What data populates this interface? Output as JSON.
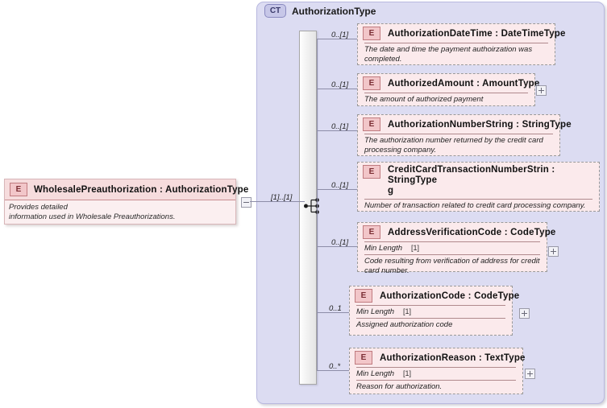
{
  "diagram": {
    "kind": "xsd-schema-element-diagram",
    "root_element": {
      "badge": "E",
      "title": "WholesalePreauthorization : AuthorizationType",
      "name": "WholesalePreauthorization",
      "type": "AuthorizationType",
      "description_line1": "Provides detailed",
      "description_line2": "information used in Wholesale Preauthorizations.",
      "collapse_button": "-"
    },
    "connector": {
      "root_cardinality": "[1]..[1]",
      "model_group": "sequence"
    },
    "complex_type": {
      "badge": "CT",
      "title": "AuthorizationType"
    },
    "children": [
      {
        "badge": "E",
        "cardinality": "0..[1]",
        "title": "AuthorizationDateTime : DateTimeType",
        "name": "AuthorizationDateTime",
        "type": "DateTimeType",
        "facet_label": null,
        "facet_value": null,
        "description": "The date and time the payment authoirzation was completed.",
        "expand_button": null
      },
      {
        "badge": "E",
        "cardinality": "0..[1]",
        "title": "AuthorizedAmount : AmountType",
        "name": "AuthorizedAmount",
        "type": "AmountType",
        "facet_label": null,
        "facet_value": null,
        "description": "The amount of authorized payment",
        "expand_button": "+"
      },
      {
        "badge": "E",
        "cardinality": "0..[1]",
        "title": "AuthorizationNumberString : StringType",
        "name": "AuthorizationNumberString",
        "type": "StringType",
        "facet_label": null,
        "facet_value": null,
        "description": "The authorization number returned by the credit card processing company.",
        "expand_button": null
      },
      {
        "badge": "E",
        "cardinality": "0..[1]",
        "title": "CreditCardTransactionNumberString : StringType",
        "title_line1": "CreditCardTransactionNumberStrin : StringType",
        "title_line2": "g",
        "name": "CreditCardTransactionNumberString",
        "type": "StringType",
        "facet_label": null,
        "facet_value": null,
        "description": "Number of transaction related to credit card processing company.",
        "expand_button": null
      },
      {
        "badge": "E",
        "cardinality": "0..[1]",
        "title": "AddressVerificationCode : CodeType",
        "name": "AddressVerificationCode",
        "type": "CodeType",
        "facet_label": "Min Length",
        "facet_value": "[1]",
        "description": "Code resulting from verification of address for credit card number.",
        "expand_button": "+"
      },
      {
        "badge": "E",
        "cardinality": "0..1",
        "title": "AuthorizationCode : CodeType",
        "name": "AuthorizationCode",
        "type": "CodeType",
        "facet_label": "Min Length",
        "facet_value": "[1]",
        "description": "Assigned authorization code",
        "expand_button": "+"
      },
      {
        "badge": "E",
        "cardinality": "0..*",
        "title": "AuthorizationReason : TextType",
        "name": "AuthorizationReason",
        "type": "TextType",
        "facet_label": "Min Length",
        "facet_value": "[1]",
        "description": "Reason for authorization.",
        "expand_button": "+"
      }
    ],
    "colors": {
      "container_fill": "#dcdcf2",
      "element_fill": "#fbeaec",
      "element_title_fill": "#f6dcdd",
      "badge_e_fill": "#f2c6c9",
      "badge_ct_fill": "#c7c7e8",
      "line": "#8d8da8"
    }
  }
}
